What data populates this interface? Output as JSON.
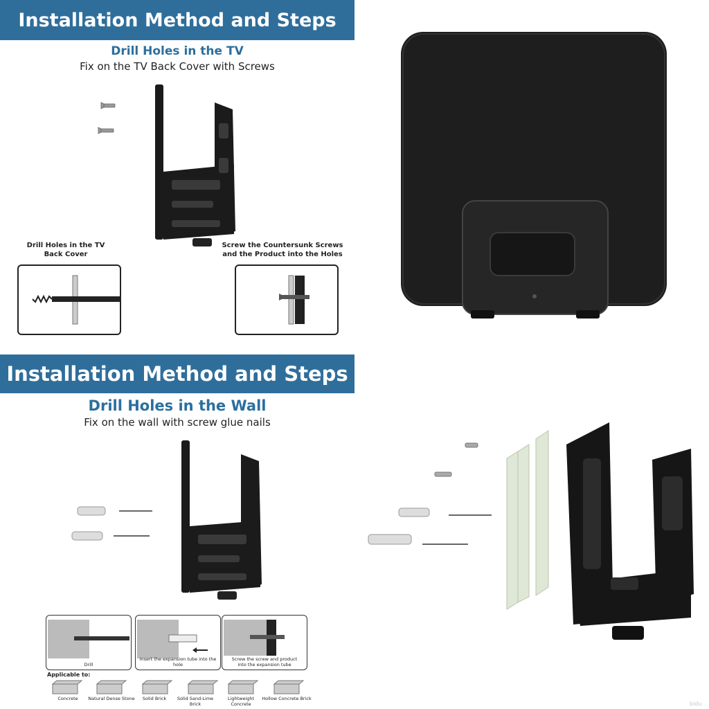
{
  "panels": {
    "tv": {
      "banner": "Installation Method and Steps",
      "title": "Drill Holes in the TV",
      "subtitle": "Fix on the TV Back Cover with Screws",
      "left_caption_1": "Drill Holes in the TV",
      "left_caption_2": "Back Cover",
      "right_caption_1": "Screw the Countersunk Screws",
      "right_caption_2": "and the Product into the Holes"
    },
    "wall": {
      "banner": "Installation Method and Steps",
      "title": "Drill Holes in the Wall",
      "subtitle": "Fix on the wall with screw glue nails",
      "steps": [
        {
          "label": "Drill"
        },
        {
          "label": "Insert the expansion tube into the hole"
        },
        {
          "label_1": "Screw the screw and product",
          "label_2": "into the expansion tube"
        }
      ],
      "applicable_label": "Applicable to:",
      "materials": [
        "Concrete",
        "Natural Dense Stone",
        "Solid Brick",
        "Solid Sand-Lime Brick",
        "Lightweight Concrete",
        "Hollow Concrete Brick"
      ]
    }
  },
  "watermark": "bidu"
}
